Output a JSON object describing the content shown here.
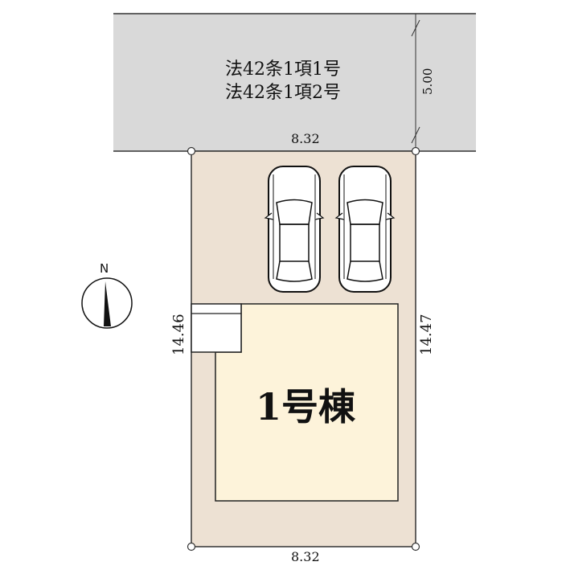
{
  "road": {
    "line1": "法42条1項1号",
    "line2": "法42条1項2号",
    "width_label": "5.00"
  },
  "lot": {
    "top_label": "8.32",
    "bottom_label": "8.32",
    "left_label": "14.46",
    "right_label": "14.47"
  },
  "building": {
    "label": "1号棟"
  },
  "compass": {
    "label": "N"
  },
  "colors": {
    "road": "#d9d9d9",
    "lot": "#ede1d3",
    "building": "#fdf3da"
  }
}
